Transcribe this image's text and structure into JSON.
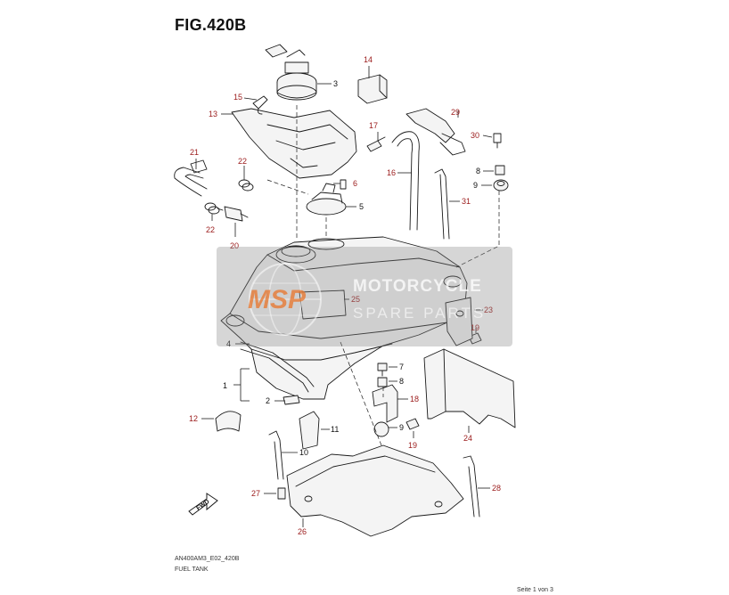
{
  "figure": {
    "title": "FIG.420B",
    "code": "AN400AM3_E02_420B",
    "subtitle": "FUEL TANK",
    "page": "Seite 1 von 3"
  },
  "watermark": {
    "brand_logo": "MSP",
    "line1": "MOTORCYCLE",
    "line2": "SPARE PARTS",
    "colors": {
      "logo": "#e8742a",
      "band": "#8a8a8a"
    }
  },
  "direction_badge": {
    "label": "FWD",
    "icon": "forward-arrow-icon"
  },
  "callouts": [
    {
      "id": "c1",
      "text": "1"
    },
    {
      "id": "c2",
      "text": "2"
    },
    {
      "id": "c3",
      "text": "3"
    },
    {
      "id": "c4",
      "text": "4"
    },
    {
      "id": "c5",
      "text": "5"
    },
    {
      "id": "c6",
      "text": "6"
    },
    {
      "id": "c7",
      "text": "7"
    },
    {
      "id": "c8a",
      "text": "8"
    },
    {
      "id": "c8b",
      "text": "8"
    },
    {
      "id": "c9a",
      "text": "9"
    },
    {
      "id": "c9b",
      "text": "9"
    },
    {
      "id": "c10",
      "text": "10"
    },
    {
      "id": "c11",
      "text": "11"
    },
    {
      "id": "c12",
      "text": "12"
    },
    {
      "id": "c13",
      "text": "13"
    },
    {
      "id": "c14",
      "text": "14"
    },
    {
      "id": "c15",
      "text": "15"
    },
    {
      "id": "c16",
      "text": "16"
    },
    {
      "id": "c17",
      "text": "17"
    },
    {
      "id": "c18",
      "text": "18"
    },
    {
      "id": "c19a",
      "text": "19"
    },
    {
      "id": "c19b",
      "text": "19"
    },
    {
      "id": "c20",
      "text": "20"
    },
    {
      "id": "c21",
      "text": "21"
    },
    {
      "id": "c22a",
      "text": "22"
    },
    {
      "id": "c22b",
      "text": "22"
    },
    {
      "id": "c23",
      "text": "23"
    },
    {
      "id": "c24",
      "text": "24"
    },
    {
      "id": "c25",
      "text": "25"
    },
    {
      "id": "c26",
      "text": "26"
    },
    {
      "id": "c27",
      "text": "27"
    },
    {
      "id": "c28",
      "text": "28"
    },
    {
      "id": "c29",
      "text": "29"
    },
    {
      "id": "c30",
      "text": "30"
    },
    {
      "id": "c31",
      "text": "31"
    }
  ]
}
